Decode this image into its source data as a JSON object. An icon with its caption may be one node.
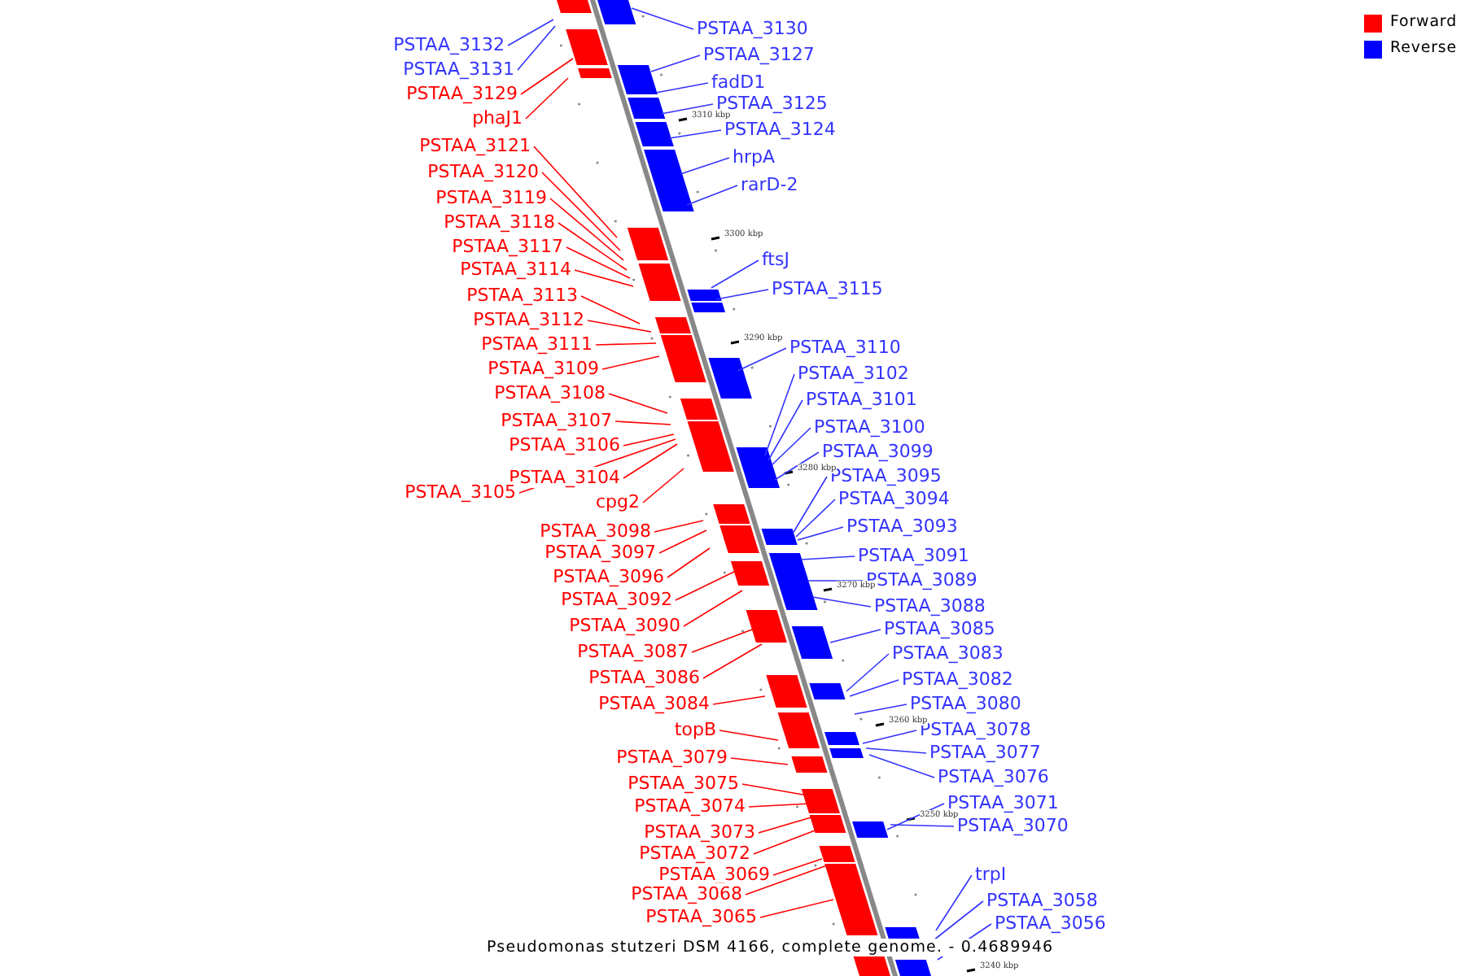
{
  "diagram": {
    "caption": "Pseudomonas stutzeri DSM 4166, complete genome. - 0.4689946",
    "nodes": [
      {
        "text": [
          "PSTAA_3132"
        ]
      },
      {
        "text": [
          "PSTAA_3131"
        ]
      },
      {
        "text": [
          "PSTAA_3129"
        ]
      },
      {
        "text": [
          "phaJ1"
        ]
      },
      {
        "text": [
          "PSTAA_3121"
        ]
      },
      {
        "text": [
          "PSTAA_3120"
        ]
      },
      {
        "text": [
          "PSTAA_3119"
        ]
      },
      {
        "text": [
          "PSTAA_3118"
        ]
      },
      {
        "text": [
          "PSTAA_3117"
        ]
      },
      {
        "text": [
          "PSTAA_3114"
        ]
      },
      {
        "text": [
          "PSTAA_3113"
        ]
      },
      {
        "text": [
          "PSTAA_3112"
        ]
      },
      {
        "text": [
          "PSTAA_3111"
        ]
      },
      {
        "text": [
          "PSTAA_3109"
        ]
      },
      {
        "text": [
          "PSTAA_3108"
        ]
      },
      {
        "text": [
          "PSTAA_3107"
        ]
      },
      {
        "text": [
          "PSTAA_3106"
        ]
      },
      {
        "text": [
          "PSTAA_3104"
        ]
      },
      {
        "text": [
          "PSTAA_3105"
        ]
      },
      {
        "text": [
          "cpg2"
        ]
      },
      {
        "text": [
          "PSTAA_3098"
        ]
      },
      {
        "text": [
          "PSTAA_3097"
        ]
      },
      {
        "text": [
          "PSTAA_3096"
        ]
      },
      {
        "text": [
          "PSTAA_3092"
        ]
      },
      {
        "text": [
          "PSTAA_3090"
        ]
      },
      {
        "text": [
          "PSTAA_3087"
        ]
      },
      {
        "text": [
          "PSTAA_3086"
        ]
      },
      {
        "text": [
          "PSTAA_3084"
        ]
      },
      {
        "text": [
          "topB"
        ]
      },
      {
        "text": [
          "PSTAA_3079"
        ]
      },
      {
        "text": [
          "PSTAA_3075"
        ]
      },
      {
        "text": [
          "PSTAA_3074"
        ]
      },
      {
        "text": [
          "PSTAA_3073"
        ]
      },
      {
        "text": [
          "PSTAA_3072"
        ]
      },
      {
        "text": [
          "PSTAA_3069"
        ]
      },
      {
        "text": [
          "PSTAA_3068"
        ]
      },
      {
        "text": [
          "PSTAA_3065"
        ]
      },
      {
        "text": [
          "PSTAA_3130"
        ]
      },
      {
        "text": [
          "PSTAA_3127"
        ]
      },
      {
        "text": [
          "fadD1"
        ]
      },
      {
        "text": [
          "PSTAA_3125"
        ]
      },
      {
        "text": [
          "PSTAA_3124"
        ]
      },
      {
        "text": [
          "hrpA"
        ]
      },
      {
        "text": [
          "rarD-2"
        ]
      },
      {
        "text": [
          "ftsJ"
        ]
      },
      {
        "text": [
          "PSTAA_3115"
        ]
      },
      {
        "text": [
          "PSTAA_3110"
        ]
      },
      {
        "text": [
          "PSTAA_3102"
        ]
      },
      {
        "text": [
          "PSTAA_3101"
        ]
      },
      {
        "text": [
          "PSTAA_3100"
        ]
      },
      {
        "text": [
          "PSTAA_3099"
        ]
      },
      {
        "text": [
          "PSTAA_3095"
        ]
      },
      {
        "text": [
          "PSTAA_3094"
        ]
      },
      {
        "text": [
          "PSTAA_3093"
        ]
      },
      {
        "text": [
          "PSTAA_3091"
        ]
      },
      {
        "text": [
          "PSTAA_3089"
        ]
      },
      {
        "text": [
          "PSTAA_3088"
        ]
      },
      {
        "text": [
          "PSTAA_3085"
        ]
      },
      {
        "text": [
          "PSTAA_3083"
        ]
      },
      {
        "text": [
          "PSTAA_3082"
        ]
      },
      {
        "text": [
          "PSTAA_3080"
        ]
      },
      {
        "text": [
          "PSTAA_3078"
        ]
      },
      {
        "text": [
          "PSTAA_3077"
        ]
      },
      {
        "text": [
          "PSTAA_3076"
        ]
      },
      {
        "text": [
          "PSTAA_3071"
        ]
      },
      {
        "text": [
          "PSTAA_3070"
        ]
      },
      {
        "text": [
          "trpI"
        ]
      },
      {
        "text": [
          "PSTAA_3058"
        ]
      },
      {
        "text": [
          "PSTAA_3056"
        ]
      }
    ],
    "edges": [
      {
        "from": 0,
        "to": null,
        "arrow": "none",
        "color": "#3333ff"
      },
      {
        "from": 1,
        "to": null,
        "arrow": "none",
        "color": "#3333ff"
      },
      {
        "from": 2,
        "to": null,
        "arrow": "none"
      },
      {
        "from": 3,
        "to": null,
        "arrow": "none"
      },
      {
        "from": 4,
        "to": null,
        "arrow": "none"
      },
      {
        "from": 5,
        "to": null,
        "arrow": "none"
      },
      {
        "from": 6,
        "to": null,
        "arrow": "none"
      },
      {
        "from": 7,
        "to": null,
        "arrow": "none"
      },
      {
        "from": 8,
        "to": null,
        "arrow": "none"
      },
      {
        "from": 9,
        "to": null,
        "arrow": "none"
      },
      {
        "from": 10,
        "to": null,
        "arrow": "none"
      },
      {
        "from": 11,
        "to": null,
        "arrow": "none"
      },
      {
        "from": 12,
        "to": null,
        "arrow": "none"
      },
      {
        "from": 13,
        "to": null,
        "arrow": "none"
      },
      {
        "from": 14,
        "to": null,
        "arrow": "none"
      },
      {
        "from": 15,
        "to": null,
        "arrow": "none"
      },
      {
        "from": 16,
        "to": null,
        "arrow": "none"
      },
      {
        "from": 17,
        "to": null,
        "arrow": "none"
      },
      {
        "from": 18,
        "to": null,
        "arrow": "none"
      },
      {
        "from": 19,
        "to": null,
        "arrow": "none"
      },
      {
        "from": 20,
        "to": null,
        "arrow": "none"
      },
      {
        "from": 21,
        "to": null,
        "arrow": "none"
      },
      {
        "from": 22,
        "to": null,
        "arrow": "none"
      },
      {
        "from": 23,
        "to": null,
        "arrow": "none"
      },
      {
        "from": 24,
        "to": null,
        "arrow": "none"
      },
      {
        "from": 25,
        "to": null,
        "arrow": "none"
      },
      {
        "from": 26,
        "to": null,
        "arrow": "none"
      },
      {
        "from": 27,
        "to": null,
        "arrow": "none"
      },
      {
        "from": 28,
        "to": null,
        "arrow": "none"
      },
      {
        "from": 29,
        "to": null,
        "arrow": "none"
      },
      {
        "from": 30,
        "to": null,
        "arrow": "none"
      },
      {
        "from": 31,
        "to": null,
        "arrow": "none"
      },
      {
        "from": 32,
        "to": null,
        "arrow": "none"
      },
      {
        "from": 33,
        "to": null,
        "arrow": "none"
      },
      {
        "from": 34,
        "to": null,
        "arrow": "none"
      },
      {
        "from": 35,
        "to": null,
        "arrow": "none"
      },
      {
        "from": 36,
        "to": null,
        "arrow": "none"
      },
      {
        "from": 37,
        "to": null,
        "arrow": "none",
        "color": "#3333ff"
      },
      {
        "from": 38,
        "to": null,
        "arrow": "none",
        "color": "#3333ff"
      },
      {
        "from": 39,
        "to": null,
        "arrow": "none",
        "color": "#3333ff"
      },
      {
        "from": 40,
        "to": null,
        "arrow": "none",
        "color": "#3333ff"
      },
      {
        "from": 41,
        "to": null,
        "arrow": "none",
        "color": "#3333ff"
      },
      {
        "from": 42,
        "to": null,
        "arrow": "none",
        "color": "#3333ff"
      },
      {
        "from": 43,
        "to": null,
        "arrow": "none",
        "color": "#3333ff"
      },
      {
        "from": 44,
        "to": null,
        "arrow": "none",
        "color": "#3333ff"
      },
      {
        "from": 45,
        "to": null,
        "arrow": "none",
        "color": "#3333ff"
      },
      {
        "from": 46,
        "to": null,
        "arrow": "none",
        "color": "#3333ff"
      },
      {
        "from": 47,
        "to": null,
        "arrow": "none",
        "color": "#3333ff"
      },
      {
        "from": 48,
        "to": null,
        "arrow": "none",
        "color": "#3333ff"
      },
      {
        "from": 49,
        "to": null,
        "arrow": "none",
        "color": "#3333ff"
      },
      {
        "from": 50,
        "to": null,
        "arrow": "none",
        "color": "#3333ff"
      },
      {
        "from": 51,
        "to": null,
        "arrow": "none",
        "color": "#3333ff"
      },
      {
        "from": 52,
        "to": null,
        "arrow": "none",
        "color": "#3333ff"
      },
      {
        "from": 53,
        "to": null,
        "arrow": "none",
        "color": "#3333ff"
      },
      {
        "from": 54,
        "to": null,
        "arrow": "none",
        "color": "#3333ff"
      },
      {
        "from": 55,
        "to": null,
        "arrow": "none",
        "color": "#3333ff"
      },
      {
        "from": 56,
        "to": null,
        "arrow": "none",
        "color": "#3333ff"
      },
      {
        "from": 57,
        "to": null,
        "arrow": "none",
        "color": "#3333ff"
      },
      {
        "from": 58,
        "to": null,
        "arrow": "none",
        "color": "#3333ff"
      },
      {
        "from": 59,
        "to": null,
        "arrow": "none",
        "color": "#3333ff"
      },
      {
        "from": 60,
        "to": null,
        "arrow": "none",
        "color": "#3333ff"
      },
      {
        "from": 61,
        "to": null,
        "arrow": "none",
        "color": "#3333ff"
      },
      {
        "from": 62,
        "to": null,
        "arrow": "none",
        "color": "#3333ff"
      },
      {
        "from": 63,
        "to": null,
        "arrow": "none",
        "color": "#3333ff"
      },
      {
        "from": 64,
        "to": null,
        "arrow": "none",
        "color": "#3333ff"
      },
      {
        "from": 65,
        "to": null,
        "arrow": "none",
        "color": "#3333ff"
      },
      {
        "from": 66,
        "to": null,
        "arrow": "none",
        "color": "#3333ff"
      },
      {
        "from": 67,
        "to": null,
        "arrow": "none",
        "color": "#3333ff"
      },
      {
        "from": 68,
        "to": null,
        "arrow": "none",
        "color": "#3333ff"
      }
    ],
    "labels": [
      "3310 kbp",
      "3300 kbp",
      "3290 kbp",
      "3280 kbp",
      "3270 kbp",
      "3260 kbp",
      "3250 kbp",
      "3240 kbp"
    ],
    "legend": [
      {
        "text": "Forward",
        "color": "#ff0000"
      },
      {
        "text": "Reverse",
        "color": "#0000ff"
      }
    ]
  }
}
